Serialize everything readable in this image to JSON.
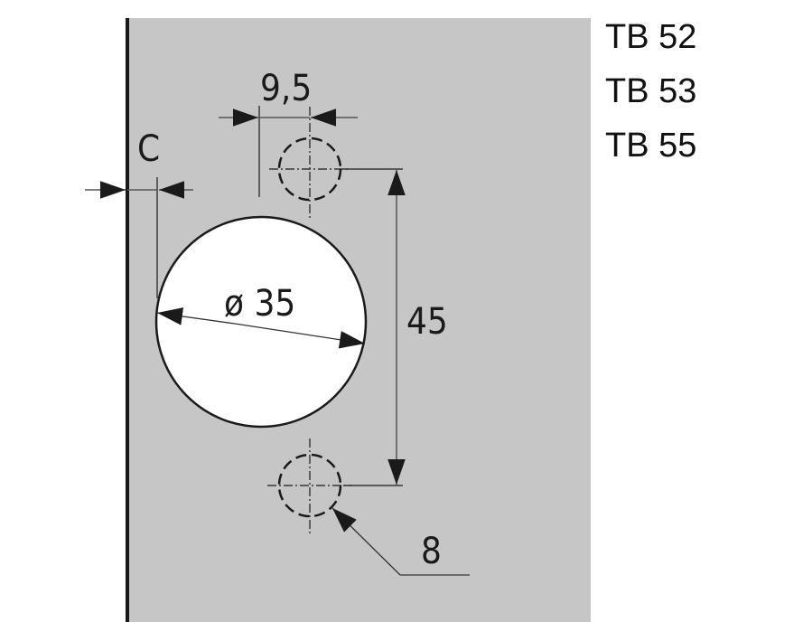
{
  "drawing": {
    "panel_color": "#c6c6c6",
    "hole_color": "#ffffff",
    "line_color": "#1a1a1a",
    "dimensions": {
      "edge_distance": "C",
      "hole_offset": "9,5",
      "cup_diameter": "ø 35",
      "screw_spacing": "45",
      "screw_hole_diameter": "8"
    }
  },
  "models": [
    {
      "label": "TB 52"
    },
    {
      "label": "TB 53"
    },
    {
      "label": "TB 55"
    }
  ]
}
